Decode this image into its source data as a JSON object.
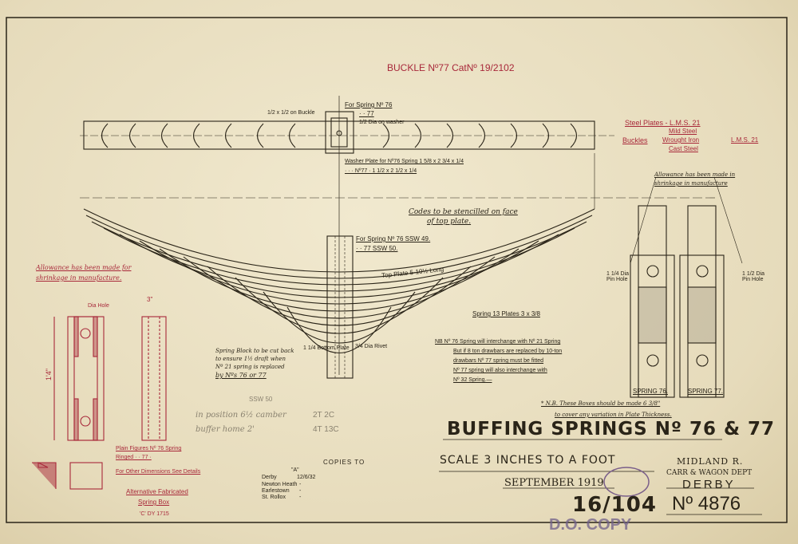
{
  "buckle_note": "BUCKLE Nº77 CatNº 19/2102",
  "materials": {
    "steel_plates": "Steel Plates - L.M.S. 21",
    "buckles_label": "Buckles",
    "buckle_options": [
      "Mild Steel",
      "Wrought Iron",
      "Cast Steel"
    ],
    "buckle_spec": "L.M.S. 21"
  },
  "top_view": {
    "buckle_label": "1/2 x 1/2 on Buckle",
    "for_spring_76": "For Spring Nº 76",
    "for_spring_77": "· · 77",
    "washer": "1/2 Dia on washer",
    "washer_plate_76": "Washer Plate for Nº76 Spring 1 5/8 x 2 3/4 x 1/4",
    "washer_plate_77": "· · · Nº77 · 1 1/2 x 2 1/2 x 1/4"
  },
  "elevation": {
    "codes_note_1": "Codes to be stencilled on face",
    "codes_note_2": "of top plate.",
    "ssw_76": "For Spring Nº 76 SSW 49.",
    "ssw_77": "· · 77 SSW 50.",
    "top_plate": "Top Plate 5-10½ Long",
    "spring_plates": "Spring 13 Plates 3 x 3/8",
    "bottom_plate": "1 1/4 Bottom Plate",
    "dia_rivet": "3/4 Dia Rivet",
    "spring_block_note": [
      "Spring Block to be cut back",
      "to ensure 1½ draft when",
      "Nº 21 spring is replaced",
      "by Nºs 76 or 77"
    ]
  },
  "nb_note": [
    "NB  Nº 76 Spring will interchange with Nº 21 Spring",
    "But if 8 ton drawbars are replaced by 10-ton",
    "drawbars Nº 77 spring must be fitted",
    "Nº 77 spring will also interchange with",
    "Nº 32 Spring.—"
  ],
  "pencil_notes": {
    "ssw": "SSW 50",
    "row1_label": "in position 6½ camber",
    "row1_value": "2T 2C",
    "row2_label": "buffer home 2'",
    "row2_value": "4T 13C"
  },
  "spring_box": {
    "allowance_1": "Allowance has been made for",
    "allowance_2": "shrinkage in manufacture.",
    "dia_hole": "Dia Hole",
    "height": "1'4\"",
    "width": "3\"",
    "plain_figures": "Plain Figures Nº 76 Spring",
    "ringed": "Ringed · · 77 ·",
    "other_dims": "For Other Dimensions See Details",
    "title_1": "Alternative Fabricated",
    "title_2": "Spring Box",
    "ref": "'C'   DY 1715"
  },
  "right_boxes": {
    "allowance": [
      "Allowance has been made in",
      "shrinkage in manufacture"
    ],
    "label_76": "SPRING 76.",
    "label_77": "SPRING 77.",
    "pin_hole_left": "1 1/4 Dia Pin Hole",
    "pin_hole_right": "1 1/2 Dia Pin Hole",
    "nb_1": "* N.B. These Boxes should be made 6 3/8\"",
    "nb_2": "to cover any variation in Plate Thickness."
  },
  "copies": {
    "title": "COPIES TO",
    "marker": "\"A\"",
    "list": [
      {
        "name": "Derby",
        "date": "12/6/32"
      },
      {
        "name": "Newton Heath",
        "date": "-"
      },
      {
        "name": "Earlestown",
        "date": "-"
      },
      {
        "name": "St. Rollox",
        "date": "-"
      }
    ]
  },
  "title_block": {
    "title": "BUFFING SPRINGS Nº 76 & 77",
    "scale": "SCALE 3 INCHES TO A FOOT",
    "date": "SEPTEMBER 1919",
    "sheet": "16/104",
    "company": "MIDLAND R.",
    "dept": "CARR & WAGON DEPT",
    "location": "DERBY",
    "number": "Nº 4876",
    "stamp": "D.O. COPY"
  }
}
